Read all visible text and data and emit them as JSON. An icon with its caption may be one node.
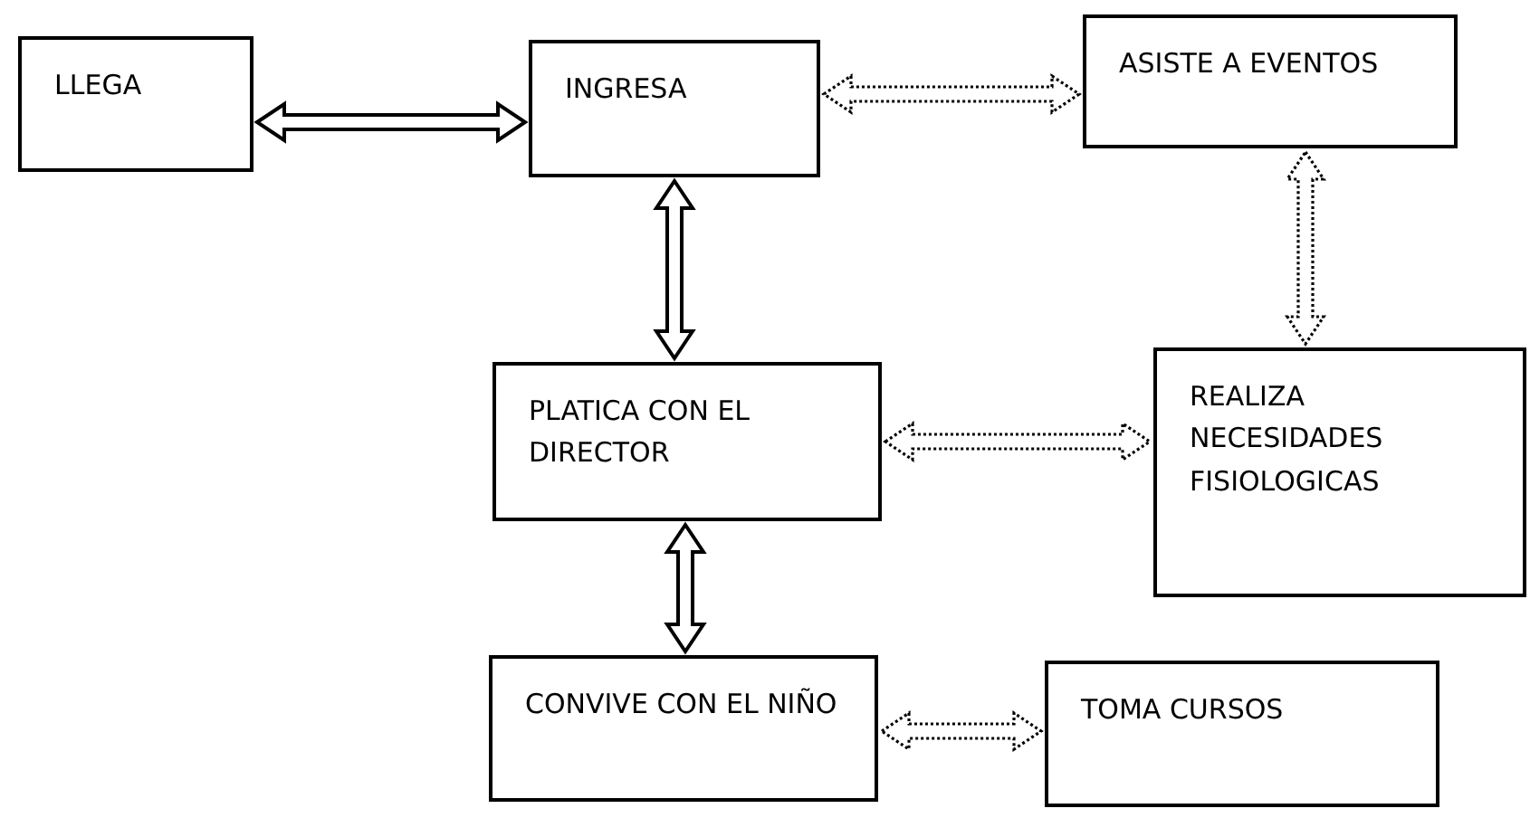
{
  "diagram": {
    "nodes": [
      {
        "text": [
          "LLEGA"
        ]
      },
      {
        "text": [
          "INGRESA"
        ]
      },
      {
        "text": [
          "ASISTE A EVENTOS"
        ]
      },
      {
        "text": [
          "PLATICA CON EL DIRECTOR"
        ]
      },
      {
        "text": [
          "REALIZA NECESIDADES FISIOLOGICAS"
        ]
      },
      {
        "text": [
          "CONVIVE CON EL NIÑO"
        ]
      },
      {
        "text": [
          "TOMA CURSOS"
        ]
      }
    ],
    "edges": [
      {
        "from": 0,
        "to": 1,
        "arrow": "both"
      },
      {
        "from": 1,
        "to": 2,
        "arrow": "both",
        "style": "dashed"
      },
      {
        "from": 1,
        "to": 3,
        "arrow": "both"
      },
      {
        "from": 2,
        "to": 4,
        "arrow": "both",
        "style": "dashed"
      },
      {
        "from": 3,
        "to": 4,
        "arrow": "both",
        "style": "dashed"
      },
      {
        "from": 3,
        "to": 5,
        "arrow": "both"
      },
      {
        "from": 5,
        "to": 6,
        "arrow": "both",
        "style": "dashed"
      }
    ]
  }
}
